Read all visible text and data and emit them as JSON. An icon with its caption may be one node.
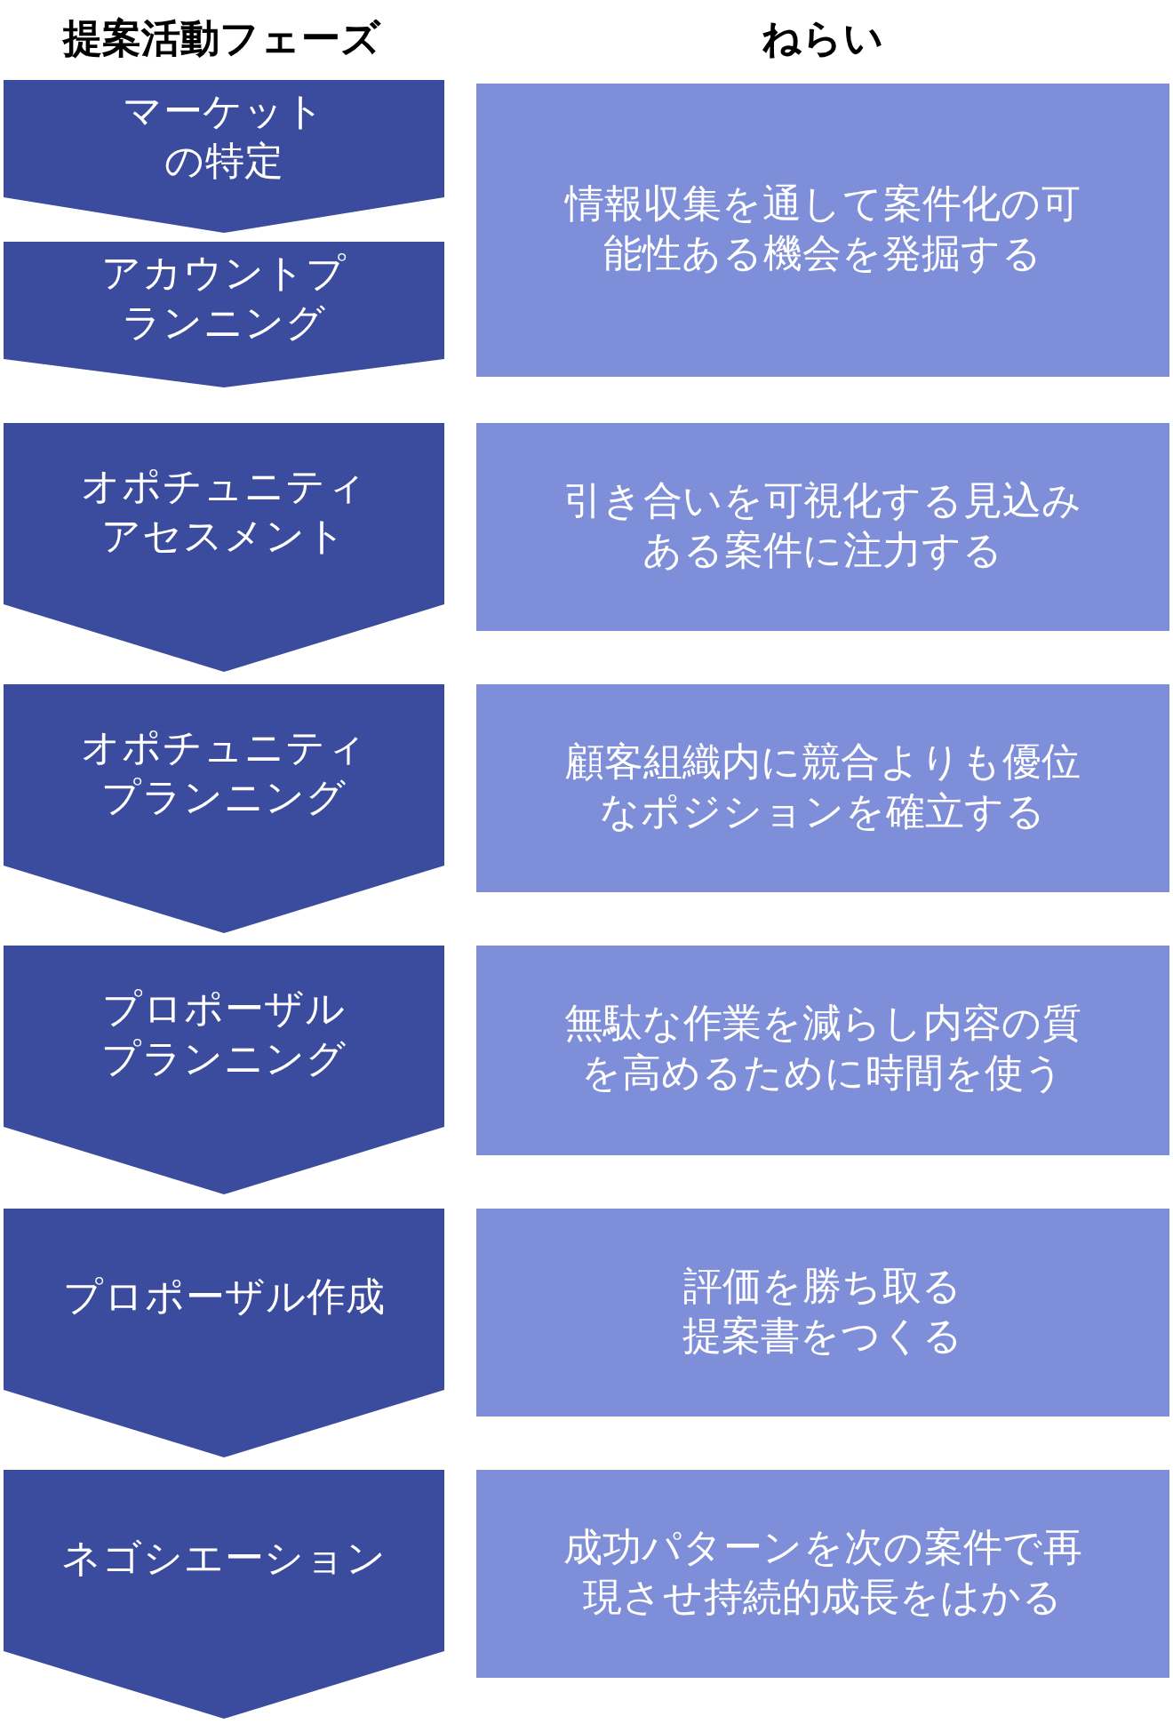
{
  "diagram": {
    "nodes": [
      {
        "text": [
          "マーケットの特定"
        ]
      },
      {
        "text": [
          "アカウントプランニング"
        ]
      },
      {
        "text": [
          "情報収集を通して案件化の可能性ある機会を発掘する"
        ]
      },
      {
        "text": [
          "オポチュニティアセスメント"
        ]
      },
      {
        "text": [
          "引き合いを可視化する見込みある案件に注力する"
        ]
      },
      {
        "text": [
          "オポチュニティプランニング"
        ]
      },
      {
        "text": [
          "顧客組織内に競合よりも優位なポジションを確立する"
        ]
      },
      {
        "text": [
          "プロポーザルプランニング"
        ]
      },
      {
        "text": [
          "無駄な作業を減らし内容の質を高めるために時間を使う"
        ]
      },
      {
        "text": [
          "プロポーザル作成"
        ]
      },
      {
        "text": [
          "評価を勝ち取る提案書をつくる"
        ]
      },
      {
        "text": [
          "ネゴシエーション"
        ]
      },
      {
        "text": [
          "成功パターンを次の案件で再現させ持続的成長をはかる"
        ]
      }
    ],
    "labels": [
      "提案活動フェーズ",
      "ねらい"
    ]
  }
}
